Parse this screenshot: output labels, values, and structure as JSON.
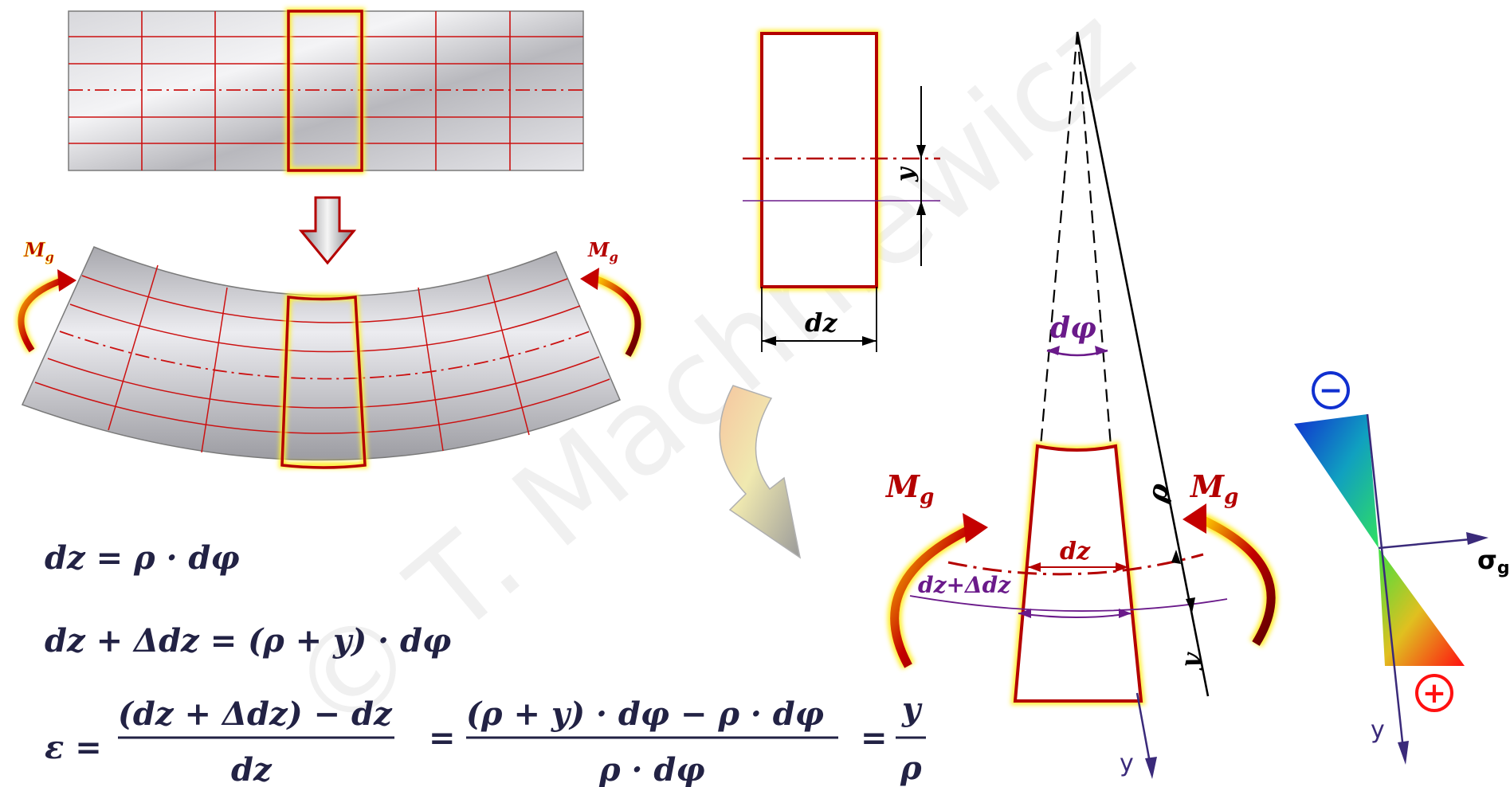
{
  "watermark": "© T. Machniewicz",
  "labels": {
    "mg": "M",
    "mg_sub": "g",
    "dz": "dz",
    "y": "y",
    "dphi": "dφ",
    "rho": "ρ",
    "dz_plus": "dz+Δdz",
    "y_axis": "y",
    "sigma": "σ",
    "sigma_sub": "g",
    "minus": "−",
    "plus": "+"
  },
  "equations": {
    "eq1": "dz = ρ · dφ",
    "eq2": "dz + Δdz = (ρ + y) · dφ",
    "eq3_lhs": "ε =",
    "eq3_num1": "(dz + Δdz) − dz",
    "eq3_den1": "dz",
    "eq3_eq2": "=",
    "eq3_num2": "(ρ + y) · dφ  − ρ · dφ",
    "eq3_den2": "ρ · dφ",
    "eq3_eq3": "=",
    "eq3_num3": "y",
    "eq3_den3": "ρ"
  },
  "colors": {
    "grid": "#cc1111",
    "outline": "#b40000",
    "glow": "#ffee33",
    "purple": "#6a1a8a",
    "accent": "#3a2a7a"
  }
}
